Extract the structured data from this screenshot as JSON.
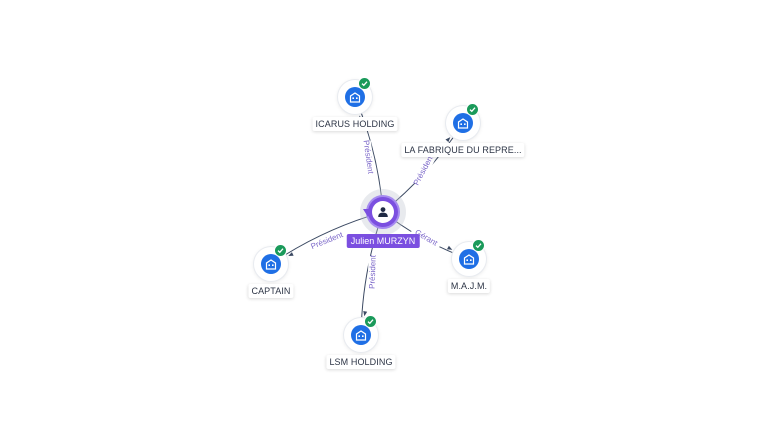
{
  "colors": {
    "person": "#7b4fe0",
    "company": "#1f6fe5",
    "verified": "#1a9a5a",
    "edge": "#3c4a63",
    "edge_label": "#7c68c9"
  },
  "person": {
    "name": "Julien MURZYN",
    "icon": "person-icon"
  },
  "companies": [
    {
      "id": "icarus",
      "name": "ICARUS HOLDING",
      "icon": "building-icon",
      "verified": true,
      "relation": "Président"
    },
    {
      "id": "fabrique",
      "name": "LA FABRIQUE DU REPRE...",
      "icon": "building-icon",
      "verified": true,
      "relation": "Président"
    },
    {
      "id": "majm",
      "name": "M.A.J.M.",
      "icon": "building-icon",
      "verified": true,
      "relation": "Gérant"
    },
    {
      "id": "lsm",
      "name": "LSM HOLDING",
      "icon": "building-icon",
      "verified": true,
      "relation": "Président"
    },
    {
      "id": "captain",
      "name": "CAPTAIN",
      "icon": "building-icon",
      "verified": true,
      "relation": "Président"
    }
  ]
}
